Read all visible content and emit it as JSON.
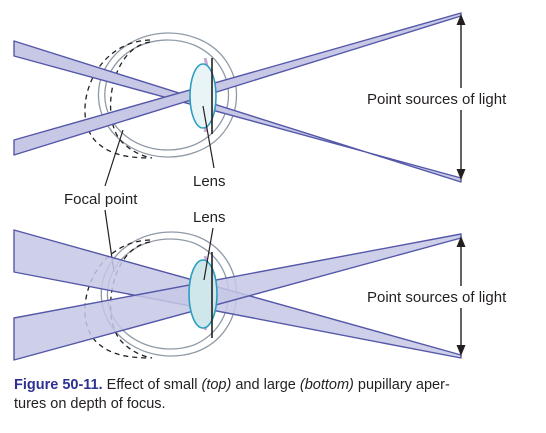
{
  "labels": {
    "point_sources_top": "Point sources of light",
    "point_sources_bottom": "Point sources of light",
    "lens_top": "Lens",
    "lens_bottom": "Lens",
    "focal_point": "Focal point"
  },
  "caption": {
    "figure_label": "Figure 50-11.",
    "text_1": " Effect of small ",
    "top": "(top)",
    "text_2": " and large ",
    "bottom": "(bottom)",
    "text_3": " pupillary aper-",
    "line_2": "tures on depth of focus."
  },
  "colors": {
    "ray": "#5558a8",
    "ray_fill": "#c6c8e6",
    "eye_outline": "#8f9aa6",
    "lens_edge": "#2a9ec0",
    "text": "#231f20",
    "caption_label": "#2e3192"
  }
}
